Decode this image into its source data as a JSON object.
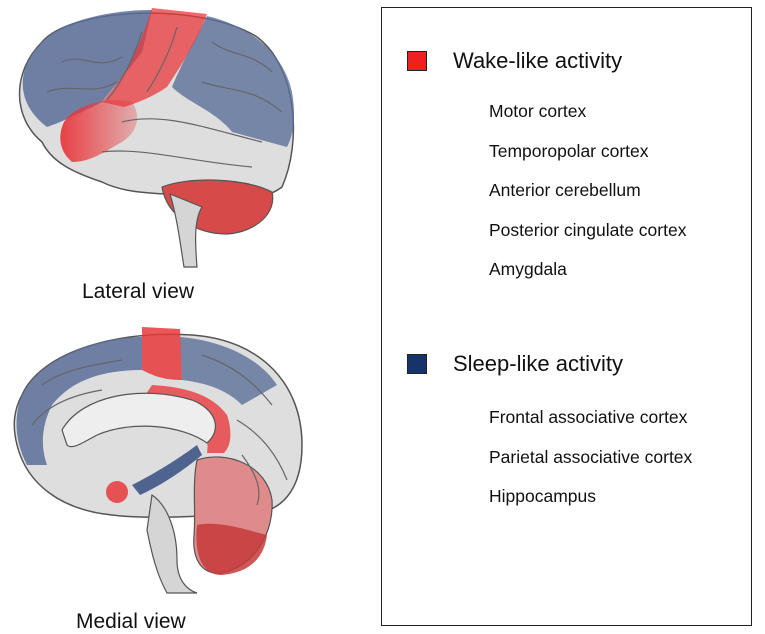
{
  "views": {
    "lateral": "Lateral view",
    "medial": "Medial view"
  },
  "legend": {
    "wake": {
      "title": "Wake-like activity",
      "color": "#ee2020",
      "regions": [
        "Motor cortex",
        "Temporopolar cortex",
        "Anterior cerebellum",
        "Posterior cingulate cortex",
        "Amygdala"
      ]
    },
    "sleep": {
      "title": "Sleep-like activity",
      "color": "#16336b",
      "regions": [
        "Frontal associative cortex",
        "Parietal associative cortex",
        "Hippocampus"
      ]
    }
  },
  "colors": {
    "wake_overlay": "#e8383c",
    "sleep_overlay": "#5b6f99",
    "brain_gray": "#dedede",
    "outline": "#555555"
  }
}
